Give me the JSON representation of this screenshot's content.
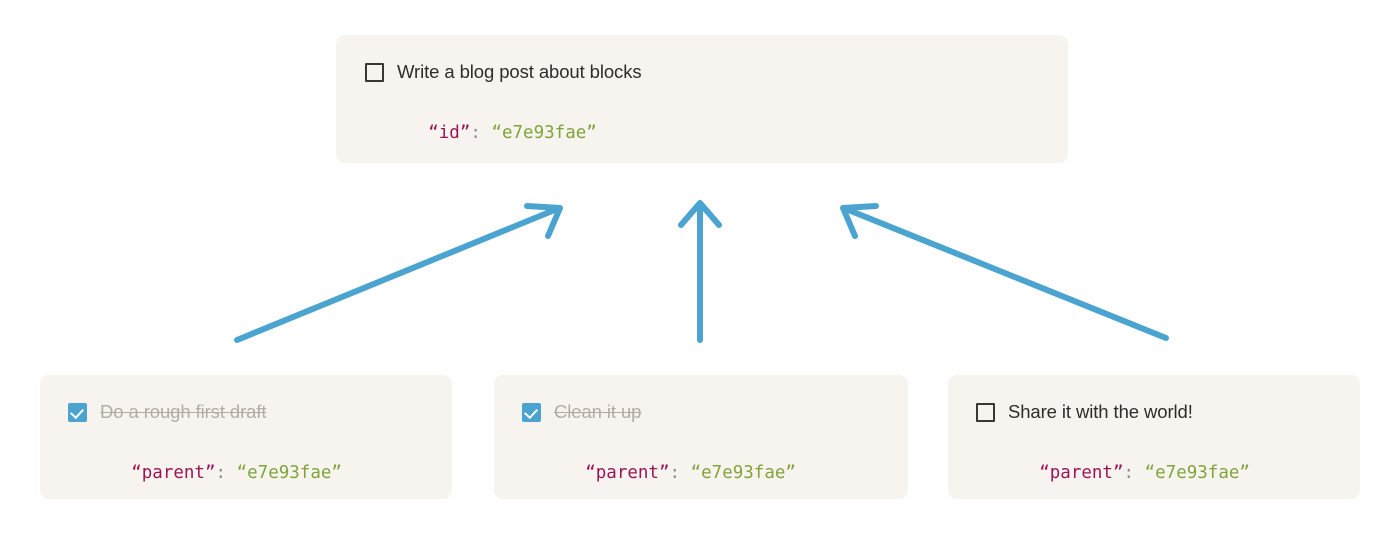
{
  "diagram": {
    "title": "Block parent/child relationship diagram",
    "colors": {
      "card_background": "#f7f4ef",
      "page_background": "#ffffff",
      "arrow": "#4ba3cf",
      "checkbox_checked": "#4ba3cf",
      "checkbox_unchecked_border": "#3a3733",
      "label_text": "#2f2c29",
      "label_done_text": "#b2aca5",
      "json_key": "#9c1457",
      "json_colon": "#8c8c8c",
      "json_value": "#7fa43a"
    },
    "root": {
      "checkbox_state": "unchecked",
      "checkbox_icon": "checkbox-empty-icon",
      "label": "Write a blog post about blocks",
      "json": {
        "key": "“id”",
        "colon": ": ",
        "value": "“e7e93fae”"
      }
    },
    "children": [
      {
        "checkbox_state": "checked",
        "checkbox_icon": "checkbox-checked-icon",
        "label": "Do a rough first draft",
        "json": {
          "key": "“parent”",
          "colon": ": ",
          "value": "“e7e93fae”"
        }
      },
      {
        "checkbox_state": "checked",
        "checkbox_icon": "checkbox-checked-icon",
        "label": "Clean it up",
        "json": {
          "key": "“parent”",
          "colon": ": ",
          "value": "“e7e93fae”"
        }
      },
      {
        "checkbox_state": "unchecked",
        "checkbox_icon": "checkbox-empty-icon",
        "label": "Share it with the world!",
        "json": {
          "key": "“parent”",
          "colon": ": ",
          "value": "“e7e93fae”"
        }
      }
    ],
    "arrows": [
      {
        "name": "arrow-child-1-to-root",
        "from": "child-1",
        "to": "root",
        "direction": "up-right"
      },
      {
        "name": "arrow-child-2-to-root",
        "from": "child-2",
        "to": "root",
        "direction": "up"
      },
      {
        "name": "arrow-child-3-to-root",
        "from": "child-3",
        "to": "root",
        "direction": "up-left"
      }
    ]
  }
}
